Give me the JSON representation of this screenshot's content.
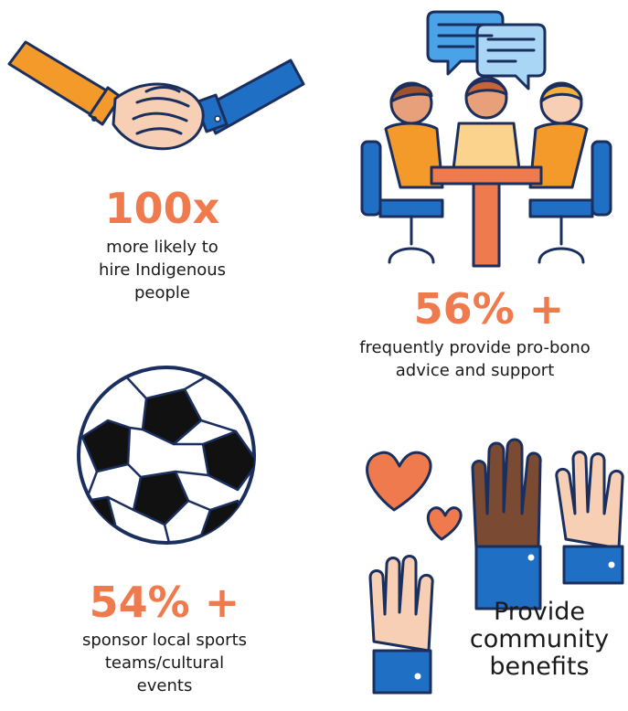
{
  "stats": [
    {
      "value": "100x",
      "description_lines": [
        "more likely to",
        "hire Indigenous",
        "people"
      ],
      "icon": "handshake-icon"
    },
    {
      "value": "56% +",
      "description_lines": [
        "frequently provide pro-bono",
        "advice and support"
      ],
      "icon": "meeting-icon"
    },
    {
      "value": "54% +",
      "description_lines": [
        "sponsor local sports",
        "teams/cultural",
        "events"
      ],
      "icon": "soccer-ball-icon"
    }
  ],
  "community": {
    "label_lines": [
      "Provide",
      "community",
      "benefits"
    ],
    "icon": "raised-hands-hearts-icon"
  },
  "colors": {
    "accent_orange": "#ef7a4d",
    "sleeve_orange": "#f39a2b",
    "sleeve_blue": "#1f6fc5",
    "navy_outline": "#1b2f5e",
    "skin_light": "#f7cfb4",
    "skin_dark": "#7a4a33"
  }
}
